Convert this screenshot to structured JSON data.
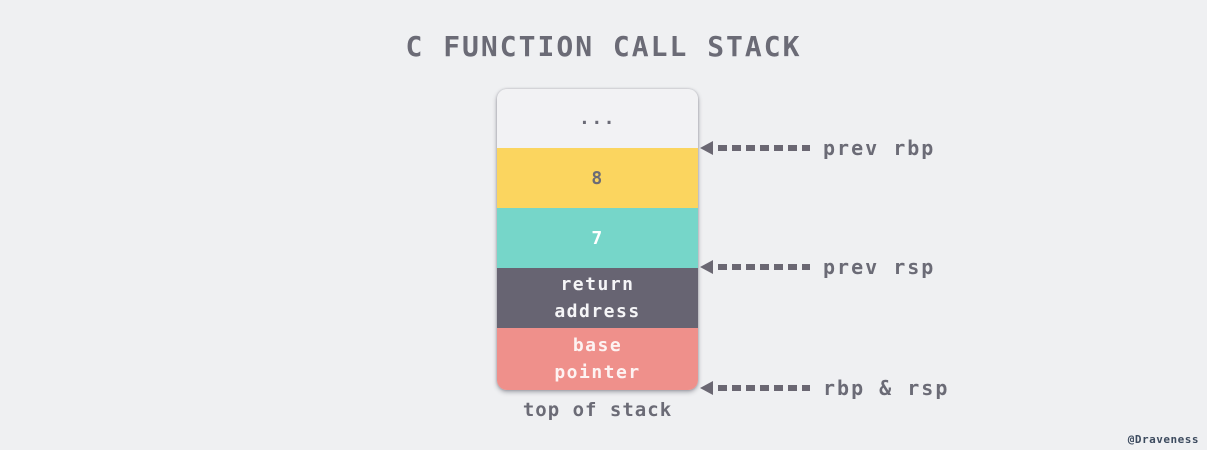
{
  "title": "C FUNCTION CALL STACK",
  "stack": {
    "caption": "top of stack",
    "cells": [
      {
        "label": "...",
        "bg": "#f2f2f4",
        "text_color": "#6b6b76"
      },
      {
        "label": "8",
        "bg": "#fbd55f",
        "text_color": "#6b6b76"
      },
      {
        "label": "7",
        "bg": "#76d6c9",
        "text_color": "#ffffff"
      },
      {
        "label": "return\naddress",
        "bg": "#676472",
        "text_color": "#f5f5f7"
      },
      {
        "label": "base\npointer",
        "bg": "#ef908b",
        "text_color": "#fdf3f2"
      }
    ]
  },
  "annotations": [
    {
      "label": "prev rbp"
    },
    {
      "label": "prev rsp"
    },
    {
      "label": "rbp & rsp"
    }
  ],
  "watermark": "@Draveness",
  "colors": {
    "background": "#eff0f2",
    "text_gray": "#6b6b76",
    "arrow": "#6a6772",
    "cell_top": "#f2f2f4",
    "cell_yellow": "#fbd55f",
    "cell_teal": "#76d6c9",
    "cell_dark": "#676472",
    "cell_pink": "#ef908b",
    "watermark": "#3d4b5f"
  }
}
